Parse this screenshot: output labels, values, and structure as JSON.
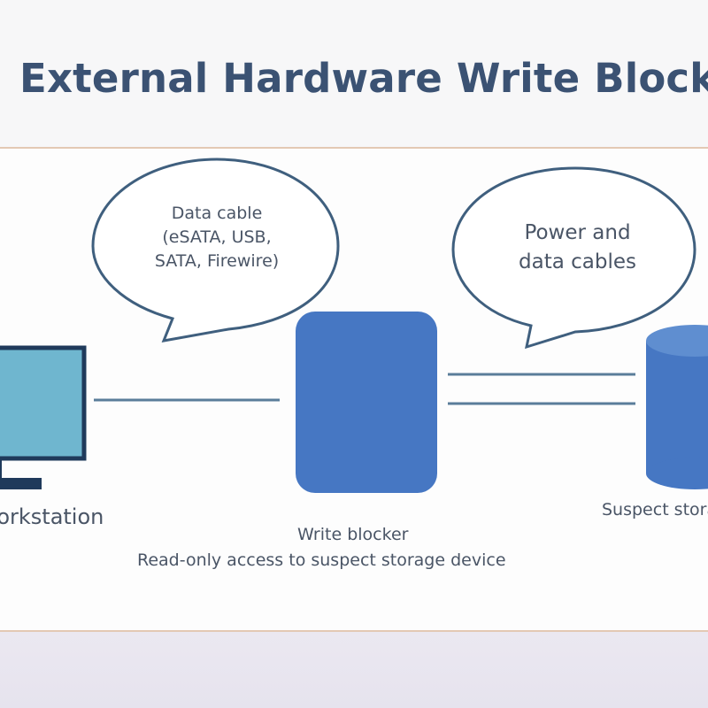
{
  "title": "External Hardware Write Blocker",
  "bubbles": {
    "left": {
      "line1": "Data cable",
      "line2": "(eSATA, USB,",
      "line3": "SATA, Firewire)"
    },
    "right": {
      "line1": "Power and",
      "line2": "data cables"
    }
  },
  "labels": {
    "workstation": "Workstation",
    "write_blocker": "Write blocker",
    "write_blocker_desc": "Read-only access to suspect storage device",
    "suspect_storage": "Suspect storage device"
  },
  "colors": {
    "accent_blue": "#4677c3",
    "monitor_fill": "#6fb6cf",
    "monitor_frame": "#1f3a5b",
    "line": "#5a7d9a",
    "bubble_stroke": "#3f5f7e",
    "title": "#3b5273"
  },
  "icons": {
    "workstation": "monitor-icon",
    "write_blocker": "write-blocker-device-icon",
    "storage": "storage-cylinder-icon"
  }
}
